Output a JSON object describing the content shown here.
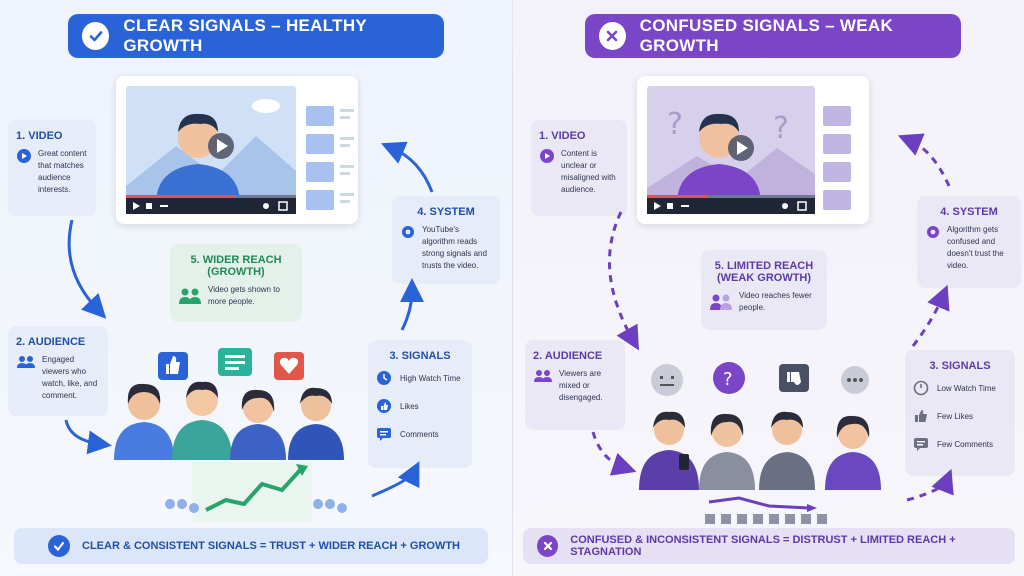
{
  "left": {
    "banner": "CLEAR SIGNALS – HEALTHY GROWTH",
    "video": {
      "title": "1. VIDEO",
      "text": "Great content that matches audience interests."
    },
    "audience": {
      "title": "2. AUDIENCE",
      "text": "Engaged viewers who watch, like, and comment."
    },
    "signals": {
      "title": "3. SIGNALS",
      "items": [
        "High Watch Time",
        "Likes",
        "Comments"
      ]
    },
    "system": {
      "title": "4. SYSTEM",
      "text": "YouTube's algorithm reads strong signals and trusts the video."
    },
    "reach": {
      "title": "5. WIDER REACH (GROWTH)",
      "text": "Video gets shown to more people."
    },
    "footer": "CLEAR & CONSISTENT SIGNALS = TRUST + WIDER REACH + GROWTH"
  },
  "right": {
    "banner": "CONFUSED SIGNALS – WEAK GROWTH",
    "video": {
      "title": "1. VIDEO",
      "text": "Content is unclear or misaligned with audience."
    },
    "audience": {
      "title": "2. AUDIENCE",
      "text": "Viewers are mixed or disengaged."
    },
    "signals": {
      "title": "3. SIGNALS",
      "items": [
        "Low Watch Time",
        "Few Likes",
        "Few Comments"
      ]
    },
    "system": {
      "title": "4. SYSTEM",
      "text": "Algorithm gets confused and doesn't trust the video."
    },
    "reach": {
      "title": "5. LIMITED REACH (WEAK GROWTH)",
      "text": "Video reaches fewer people."
    },
    "footer": "CONFUSED & INCONSISTENT SIGNALS = DISTRUST + LIMITED REACH + STAGNATION"
  },
  "colors": {
    "blue": "#2a63d8",
    "purple": "#7a45c7",
    "red": "#e0574a",
    "green": "#27a46b"
  }
}
